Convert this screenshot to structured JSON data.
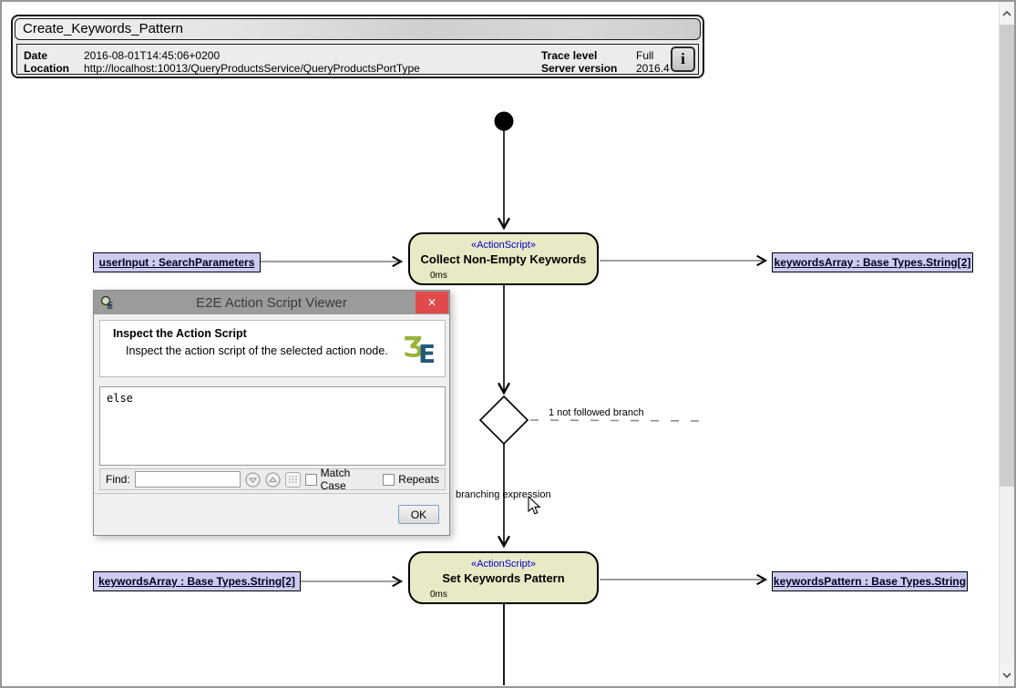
{
  "header": {
    "title": "Create_Keywords_Pattern",
    "date_label": "Date",
    "date_value": "2016-08-01T14:45:06+0200",
    "location_label": "Location",
    "location_value": "http://localhost:10013/QueryProductsService/QueryProductsPortType",
    "trace_level_label": "Trace level",
    "trace_level_value": "Full",
    "server_version_label": "Server version",
    "server_version_value": "2016.4",
    "info_button_label": "i"
  },
  "diagram": {
    "action1": {
      "stereotype": "«ActionScript»",
      "name": "Collect Non-Empty Keywords",
      "duration": "0ms"
    },
    "action2": {
      "stereotype": "«ActionScript»",
      "name": "Set Keywords Pattern",
      "duration": "0ms"
    },
    "objects": {
      "user_input": "userInput : SearchParameters",
      "keywords_array_out": "keywordsArray : Base Types.String[2]",
      "keywords_array_in": "keywordsArray : Base Types.String[2]",
      "keywords_pattern": "keywordsPattern : Base Types.String"
    },
    "labels": {
      "not_followed_branch": "1 not followed branch",
      "branching_expression": "branching expression"
    },
    "colors": {
      "action_fill": "#e9e9c6",
      "object_fill": "#ccccee",
      "stereotype_blue": "#0000cc"
    }
  },
  "dialog": {
    "title": "E2E Action Script Viewer",
    "close_glyph": "✕",
    "heading": "Inspect the Action Script",
    "description": "Inspect the action script of the selected action node.",
    "script_text": "else",
    "find_label": "Find:",
    "find_value": "",
    "match_case_label": "Match Case",
    "repeats_label": "Repeats",
    "ok_label": "OK"
  }
}
